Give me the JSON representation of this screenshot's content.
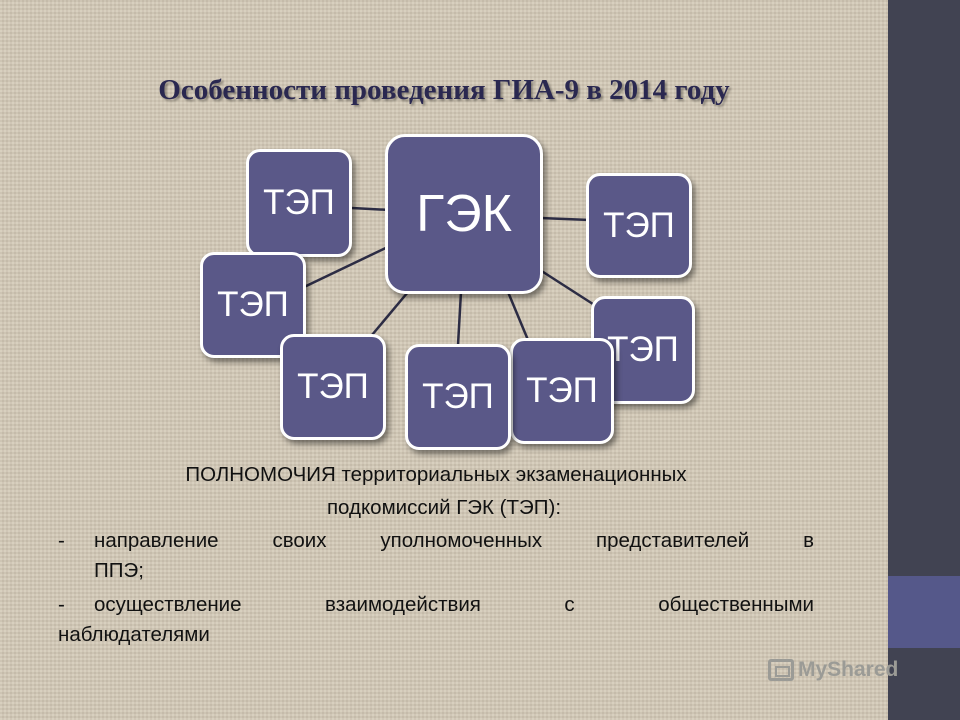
{
  "slide": {
    "title": "Особенности проведения ГИА-9 в 2014 году",
    "colors": {
      "box_fill": "#5a5888",
      "box_border": "#ffffff",
      "connector": "#2c2c44",
      "title": "#2a2850"
    }
  },
  "diagram": {
    "center": "ГЭК",
    "nodes": [
      "ТЭП",
      "ТЭП",
      "ТЭП",
      "ТЭП",
      "ТЭП",
      "ТЭП",
      "ТЭП"
    ]
  },
  "body": {
    "heading_line1": "ПОЛНОМОЧИЯ территориальных экзаменационных",
    "heading_line2": "подкомиссий ГЭК (ТЭП):",
    "bullets": [
      {
        "dash": "-",
        "line1": "направление своих уполномоченных представителей в",
        "line2": "ППЭ;"
      },
      {
        "dash": "-",
        "line1": "осуществление взаимодействия с общественными",
        "line2": "наблюдателями"
      }
    ]
  },
  "watermark": {
    "text": "MyShared"
  }
}
